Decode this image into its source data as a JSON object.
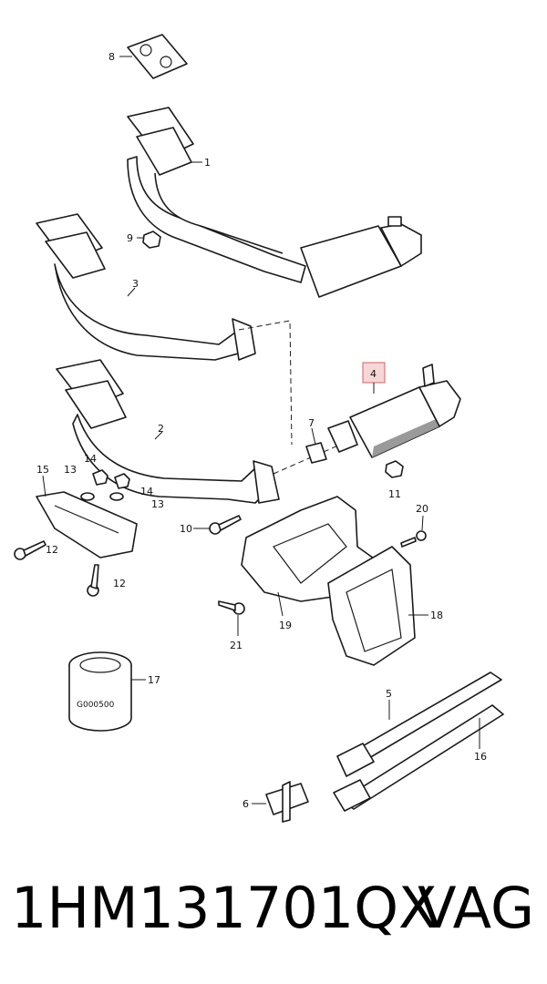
{
  "diagram": {
    "callouts": {
      "c1": "1",
      "c2": "2",
      "c3": "3",
      "c4": "4",
      "c5": "5",
      "c6": "6",
      "c7": "7",
      "c8": "8",
      "c9": "9",
      "c10": "10",
      "c11": "11",
      "c12a": "12",
      "c12b": "12",
      "c13a": "13",
      "c13b": "13",
      "c14a": "14",
      "c14b": "14",
      "c15": "15",
      "c16": "16",
      "c17": "17",
      "c18": "18",
      "c19": "19",
      "c20": "20",
      "c21": "21"
    },
    "highlighted_callout": "4",
    "filter_marking": "G000500",
    "colors": {
      "highlight_fill": "#f6d6d6",
      "highlight_border": "#d06060",
      "line": "#1a1a1a"
    }
  },
  "footer": {
    "part_number": "1HM131701QX",
    "brand": "VAG"
  }
}
